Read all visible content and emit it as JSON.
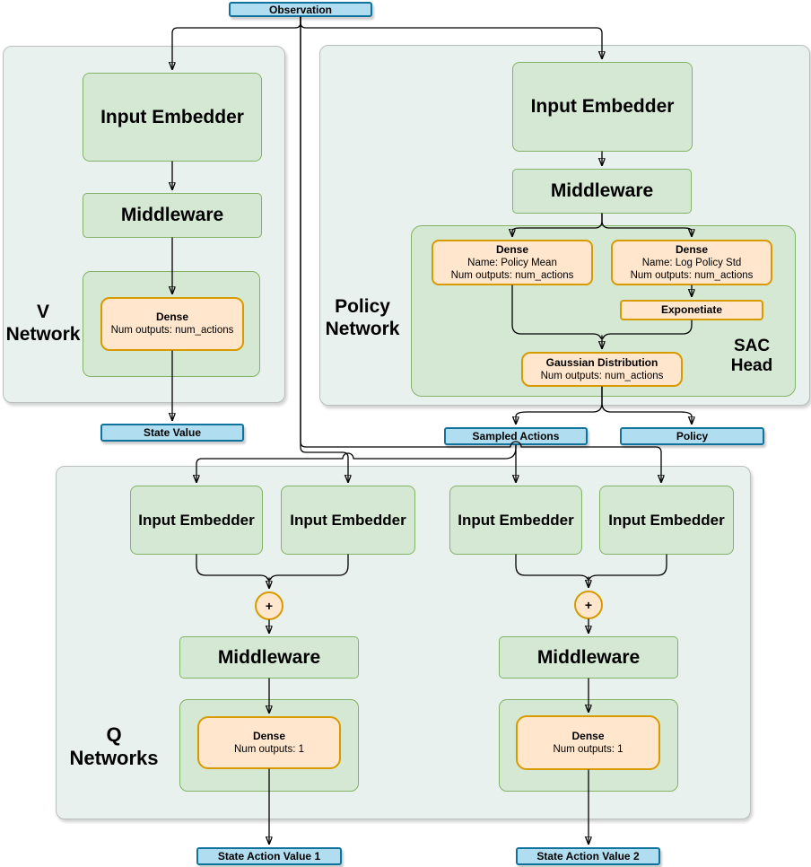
{
  "nodes": {
    "observation": "Observation",
    "v_network": {
      "label_line1": "V",
      "label_line2": "Network",
      "input_embedder": "Input Embedder",
      "middleware": "Middleware",
      "dense_title": "Dense",
      "dense_outputs": "Num outputs: num_actions"
    },
    "policy_network": {
      "label_line1": "Policy",
      "label_line2": "Network",
      "input_embedder": "Input Embedder",
      "middleware": "Middleware"
    },
    "sac_head": {
      "label_line1": "SAC",
      "label_line2": "Head",
      "dense_mean_title": "Dense",
      "dense_mean_name": "Name: Policy Mean",
      "dense_mean_outputs": "Num outputs: num_actions",
      "dense_std_title": "Dense",
      "dense_std_name": "Name: Log Policy Std",
      "dense_std_outputs": "Num outputs: num_actions",
      "exponetiate": "Exponetiate",
      "gaussian_title": "Gaussian Distribution",
      "gaussian_outputs": "Num outputs: num_actions"
    },
    "q_networks": {
      "label_line1": "Q",
      "label_line2": "Networks",
      "input_embedder": "Input Embedder",
      "middleware": "Middleware",
      "dense_title": "Dense",
      "dense_outputs": "Num outputs: 1",
      "plus": "+"
    },
    "outputs": {
      "state_value": "State Value",
      "sampled_actions": "Sampled Actions",
      "policy": "Policy",
      "state_action_value_1": "State Action Value 1",
      "state_action_value_2": "State Action Value 2"
    }
  },
  "colors": {
    "node_green_fill": "#d5e8d4",
    "node_green_stroke": "#82b366",
    "node_orange_fill": "#ffe6cc",
    "node_orange_stroke": "#d79b00",
    "node_blue_fill": "#b1ddf0",
    "node_blue_stroke": "#10739e",
    "container_fill": "#e9f1ef",
    "container_stroke": "#b9bec0",
    "edge": "#000000"
  }
}
